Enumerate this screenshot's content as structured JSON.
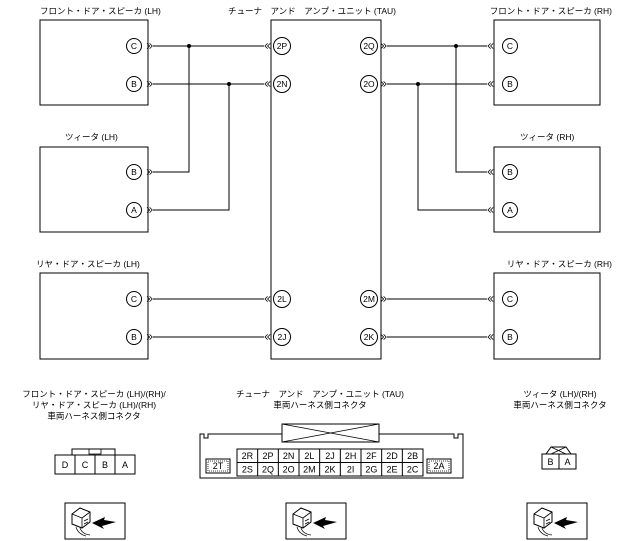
{
  "labels": {
    "front_speaker_lh": "フロント・ドア・スピーカ (LH)",
    "front_speaker_rh": "フロント・ドア・スピーカ (RH)",
    "tau": "チューナ　アンド　アンプ・ユニット (TAU)",
    "tweeter_lh": "ツィータ (LH)",
    "tweeter_rh": "ツィータ (RH)",
    "rear_speaker_lh": "リヤ・ドア・スピーカ (LH)",
    "rear_speaker_rh": "リヤ・ドア・スピーカ (RH)",
    "conn_speaker_l1": "フロント・ドア・スピーカ (LH)/(RH)/",
    "conn_speaker_l2": "リヤ・ドア・スピーカ (LH)/(RH)",
    "conn_speaker_l3": "車両ハーネス側コネクタ",
    "conn_tau_l1": "チューナ　アンド　アンプ・ユニット (TAU)",
    "conn_tau_l2": "車両ハーネス側コネクタ",
    "conn_tweeter_l1": "ツィータ (LH)/(RH)",
    "conn_tweeter_l2": "車両ハーネス側コネクタ"
  },
  "pins": {
    "c": "C",
    "b": "B",
    "a": "A",
    "d": "D",
    "p2P": "2P",
    "p2N": "2N",
    "p2Q": "2Q",
    "p2O": "2O",
    "p2L": "2L",
    "p2J": "2J",
    "p2M": "2M",
    "p2K": "2K"
  },
  "tau_connector": {
    "row1": [
      "2R",
      "2P",
      "2N",
      "2L",
      "2J",
      "2H",
      "2F",
      "2D",
      "2B"
    ],
    "row2": [
      "2S",
      "2Q",
      "2O",
      "2M",
      "2K",
      "2I",
      "2G",
      "2E",
      "2C"
    ],
    "left": "2T",
    "right": "2A"
  },
  "speaker_connector_pins": [
    "D",
    "C",
    "B",
    "A"
  ],
  "tweeter_connector_pins": [
    "B",
    "A"
  ]
}
